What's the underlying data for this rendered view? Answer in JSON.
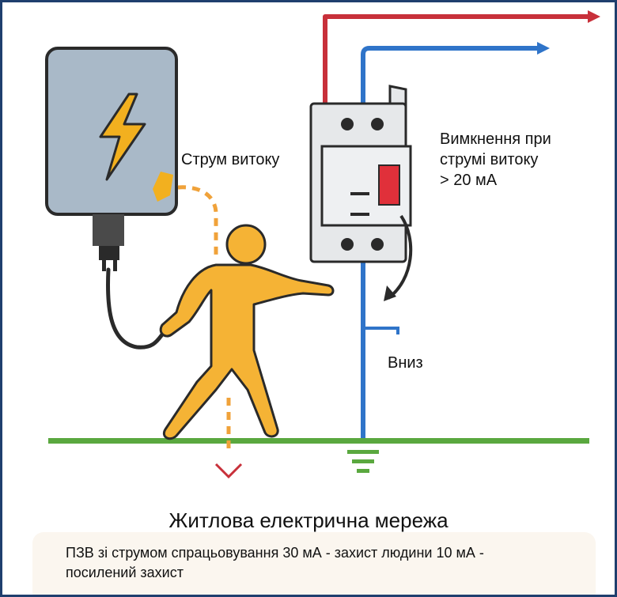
{
  "labels": {
    "leak_current": "Струм витоку",
    "trip_line1": "Вимкнення при",
    "trip_line2": "струмі витоку",
    "trip_line3": "> 20 мА",
    "down": "Вниз"
  },
  "title": "Житлова електрична мережа",
  "note": {
    "line1": "ПЗВ зі струмом спрацьовування 30 мА - захист людини 10 мА -",
    "line2": "посилений захист"
  },
  "colors": {
    "phase_wire": "#c8303a",
    "neutral_wire": "#2f74c9",
    "ground": "#5aa83f",
    "person": "#f5b335",
    "device_body": "#a9b9c8",
    "lightning": "#f2b01f",
    "leak_dash": "#f0a23a",
    "breaker_lever": "#e0303a",
    "frame": "#1f3f6e"
  },
  "icons": [
    "lightning-bolt-icon",
    "plug-icon",
    "ground-symbol-icon",
    "down-arrow-icon"
  ]
}
